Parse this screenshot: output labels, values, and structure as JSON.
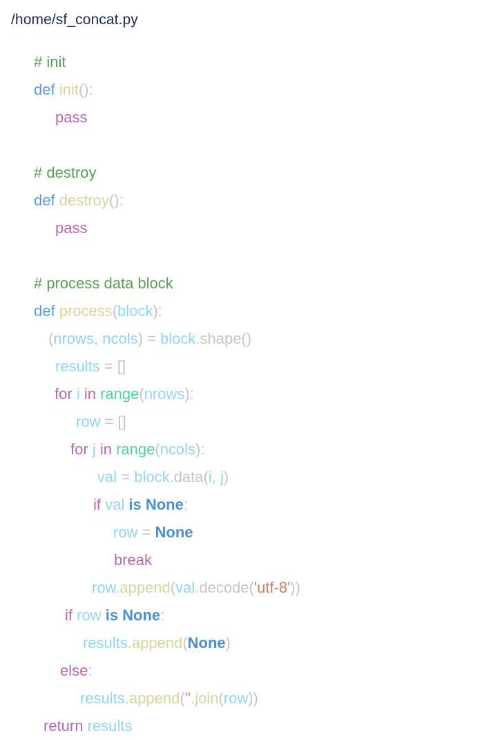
{
  "header": {
    "file_path": "/home/sf_concat.py"
  },
  "theme": {
    "background": "#ffffff",
    "title_color": "#1f2a4a",
    "comment": "#5a9e55",
    "keyword": "#5b9bd5",
    "keyword_const": "#4a8fd0",
    "control": "#b968ac",
    "function": "#d9d49b",
    "variable": "#92d4f5",
    "builtin": "#4ecfa6",
    "punctuation": "#c4c4c4",
    "string": "#c8805f"
  },
  "code": {
    "language": "python",
    "plain_text": "# init\ndef init():\n    pass\n\n# destroy\ndef destroy():\n    pass\n\n# process data block\ndef process(block):\n  (nrows, ncols) = block.shape()\n   results = []\n   for i in range(nrows):\n     row = []\n    for j in range(ncols):\n       val = block.data(i, j)\n      if val is None:\n        row = None\n        break\n      row.append(val.decode('utf-8'))\n  if row is None:\n     results.append(None)\n  else:\n    results.append(''.join(row))\n return results",
    "lines": [
      {
        "indent": 49,
        "tokens": [
          {
            "t": "# init",
            "c": "comment"
          }
        ]
      },
      {
        "indent": 49,
        "tokens": [
          {
            "t": "def",
            "c": "keyword"
          },
          {
            "t": " ",
            "c": "plain"
          },
          {
            "t": "init",
            "c": "function"
          },
          {
            "t": "():",
            "c": "punctuation"
          }
        ]
      },
      {
        "indent": 80,
        "tokens": [
          {
            "t": "pass",
            "c": "control"
          }
        ]
      },
      {
        "indent": 0,
        "tokens": []
      },
      {
        "indent": 49,
        "tokens": [
          {
            "t": "# destroy",
            "c": "comment"
          }
        ]
      },
      {
        "indent": 49,
        "tokens": [
          {
            "t": "def",
            "c": "keyword"
          },
          {
            "t": " ",
            "c": "plain"
          },
          {
            "t": "destroy",
            "c": "function"
          },
          {
            "t": "():",
            "c": "punctuation"
          }
        ]
      },
      {
        "indent": 80,
        "tokens": [
          {
            "t": "pass",
            "c": "control"
          }
        ]
      },
      {
        "indent": 0,
        "tokens": []
      },
      {
        "indent": 49,
        "tokens": [
          {
            "t": "# process data block",
            "c": "comment"
          }
        ]
      },
      {
        "indent": 49,
        "tokens": [
          {
            "t": "def",
            "c": "keyword"
          },
          {
            "t": " ",
            "c": "plain"
          },
          {
            "t": "process",
            "c": "function"
          },
          {
            "t": "(",
            "c": "punctuation"
          },
          {
            "t": "block",
            "c": "variable"
          },
          {
            "t": "):",
            "c": "punctuation"
          }
        ]
      },
      {
        "indent": 70,
        "tokens": [
          {
            "t": "(",
            "c": "punctuation"
          },
          {
            "t": "nrows",
            "c": "variable"
          },
          {
            "t": ", ",
            "c": "punctuation"
          },
          {
            "t": "ncols",
            "c": "variable"
          },
          {
            "t": ") = ",
            "c": "punctuation"
          },
          {
            "t": "block",
            "c": "variable"
          },
          {
            "t": ".shape()",
            "c": "punctuation"
          }
        ]
      },
      {
        "indent": 80,
        "tokens": [
          {
            "t": "results",
            "c": "variable"
          },
          {
            "t": " = []",
            "c": "punctuation"
          }
        ]
      },
      {
        "indent": 79,
        "tokens": [
          {
            "t": "for",
            "c": "control"
          },
          {
            "t": " ",
            "c": "plain"
          },
          {
            "t": "i",
            "c": "variable"
          },
          {
            "t": " ",
            "c": "plain"
          },
          {
            "t": "in",
            "c": "control"
          },
          {
            "t": " ",
            "c": "plain"
          },
          {
            "t": "range",
            "c": "builtin"
          },
          {
            "t": "(",
            "c": "punctuation"
          },
          {
            "t": "nrows",
            "c": "variable"
          },
          {
            "t": "):",
            "c": "punctuation"
          }
        ]
      },
      {
        "indent": 110,
        "tokens": [
          {
            "t": "row",
            "c": "variable"
          },
          {
            "t": " = []",
            "c": "punctuation"
          }
        ]
      },
      {
        "indent": 102,
        "tokens": [
          {
            "t": "for",
            "c": "control"
          },
          {
            "t": " ",
            "c": "plain"
          },
          {
            "t": "j",
            "c": "variable"
          },
          {
            "t": " ",
            "c": "plain"
          },
          {
            "t": "in",
            "c": "control"
          },
          {
            "t": " ",
            "c": "plain"
          },
          {
            "t": "range",
            "c": "builtin"
          },
          {
            "t": "(",
            "c": "punctuation"
          },
          {
            "t": "ncols",
            "c": "variable"
          },
          {
            "t": "):",
            "c": "punctuation"
          }
        ]
      },
      {
        "indent": 141,
        "tokens": [
          {
            "t": "val",
            "c": "variable"
          },
          {
            "t": " = ",
            "c": "punctuation"
          },
          {
            "t": "block",
            "c": "variable"
          },
          {
            "t": ".data(",
            "c": "punctuation"
          },
          {
            "t": "i",
            "c": "variable"
          },
          {
            "t": ", ",
            "c": "punctuation"
          },
          {
            "t": "j",
            "c": "variable"
          },
          {
            "t": ")",
            "c": "punctuation"
          }
        ]
      },
      {
        "indent": 135,
        "tokens": [
          {
            "t": "if",
            "c": "control"
          },
          {
            "t": " ",
            "c": "plain"
          },
          {
            "t": "val",
            "c": "variable"
          },
          {
            "t": " ",
            "c": "plain"
          },
          {
            "t": "is None",
            "c": "keyword_const"
          },
          {
            "t": ":",
            "c": "punctuation"
          }
        ]
      },
      {
        "indent": 164,
        "tokens": [
          {
            "t": "row",
            "c": "variable"
          },
          {
            "t": " = ",
            "c": "punctuation"
          },
          {
            "t": "None",
            "c": "keyword_const"
          }
        ]
      },
      {
        "indent": 165,
        "tokens": [
          {
            "t": "break",
            "c": "control"
          }
        ]
      },
      {
        "indent": 133,
        "tokens": [
          {
            "t": "row",
            "c": "variable"
          },
          {
            "t": ".",
            "c": "punctuation"
          },
          {
            "t": "append",
            "c": "function"
          },
          {
            "t": "(",
            "c": "punctuation"
          },
          {
            "t": "val",
            "c": "variable"
          },
          {
            "t": ".decode(",
            "c": "punctuation"
          },
          {
            "t": "'utf-8'",
            "c": "string"
          },
          {
            "t": "))",
            "c": "punctuation"
          }
        ]
      },
      {
        "indent": 94,
        "tokens": [
          {
            "t": "if",
            "c": "control"
          },
          {
            "t": " ",
            "c": "plain"
          },
          {
            "t": "row",
            "c": "variable"
          },
          {
            "t": " ",
            "c": "plain"
          },
          {
            "t": "is None",
            "c": "keyword_const"
          },
          {
            "t": ":",
            "c": "punctuation"
          }
        ]
      },
      {
        "indent": 120,
        "tokens": [
          {
            "t": "results",
            "c": "variable"
          },
          {
            "t": ".",
            "c": "punctuation"
          },
          {
            "t": "append",
            "c": "function"
          },
          {
            "t": "(",
            "c": "punctuation"
          },
          {
            "t": "None",
            "c": "keyword_const"
          },
          {
            "t": ")",
            "c": "punctuation"
          }
        ]
      },
      {
        "indent": 87,
        "tokens": [
          {
            "t": "else",
            "c": "control"
          },
          {
            "t": ":",
            "c": "punctuation"
          }
        ]
      },
      {
        "indent": 116,
        "tokens": [
          {
            "t": "results",
            "c": "variable"
          },
          {
            "t": ".",
            "c": "punctuation"
          },
          {
            "t": "append",
            "c": "function"
          },
          {
            "t": "(",
            "c": "punctuation"
          },
          {
            "t": "''",
            "c": "string"
          },
          {
            "t": ".",
            "c": "punctuation"
          },
          {
            "t": "join",
            "c": "function"
          },
          {
            "t": "(",
            "c": "punctuation"
          },
          {
            "t": "row",
            "c": "variable"
          },
          {
            "t": "))",
            "c": "punctuation"
          }
        ]
      },
      {
        "indent": 63,
        "tokens": [
          {
            "t": "return",
            "c": "control"
          },
          {
            "t": " ",
            "c": "plain"
          },
          {
            "t": "results",
            "c": "variable"
          }
        ]
      }
    ]
  }
}
